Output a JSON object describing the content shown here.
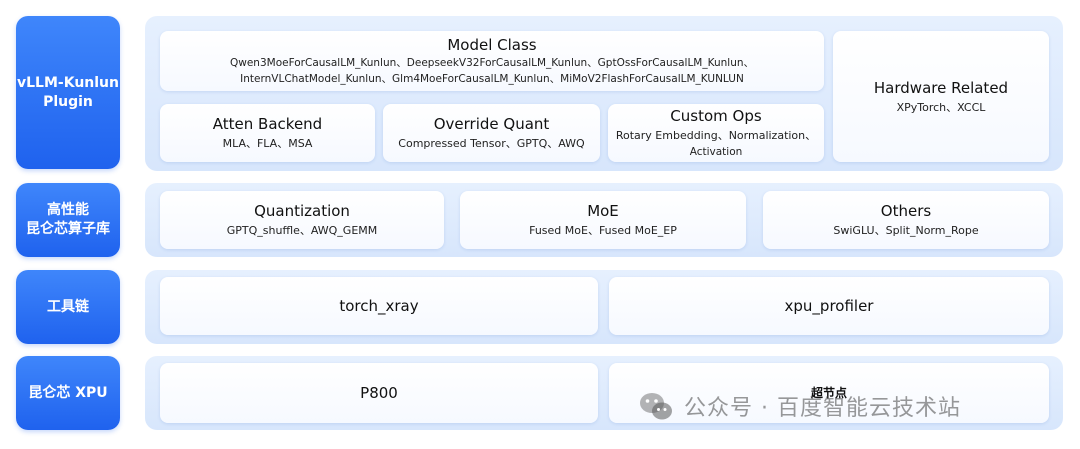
{
  "layers": {
    "plugin": {
      "label": "vLLM-Kunlun\nPlugin",
      "model_class": {
        "title": "Model Class",
        "line1": "Qwen3MoeForCausalLM_Kunlun、DeepseekV32ForCausalLM_Kunlun、GptOssForCausalLM_Kunlun、",
        "line2": "InternVLChatModel_Kunlun、Glm4MoeForCausalLM_Kunlun、MiMoV2FlashForCausalLM_KUNLUN"
      },
      "atten_backend": {
        "title": "Atten Backend",
        "sub": "MLA、FLA、MSA"
      },
      "override_quant": {
        "title": "Override Quant",
        "sub": "Compressed Tensor、GPTQ、AWQ"
      },
      "custom_ops": {
        "title": "Custom Ops",
        "line1": "Rotary Embedding、Normalization、",
        "line2": "Activation"
      },
      "hardware": {
        "title": "Hardware Related",
        "sub": "XPyTorch、XCCL"
      }
    },
    "ops_lib": {
      "label": "高性能\n昆仑芯算子库",
      "quantization": {
        "title": "Quantization",
        "sub": "GPTQ_shuffle、AWQ_GEMM"
      },
      "moe": {
        "title": "MoE",
        "sub": "Fused MoE、Fused MoE_EP"
      },
      "others": {
        "title": "Others",
        "sub": "SwiGLU、Split_Norm_Rope"
      }
    },
    "toolchain": {
      "label": "工具链",
      "torch_xray": "torch_xray",
      "xpu_profiler": "xpu_profiler"
    },
    "xpu": {
      "label": "昆仑芯 XPU",
      "p800": "P800",
      "supernode": "超节点"
    }
  },
  "watermark": {
    "text": "公众号 · 百度智能云技术站",
    "icon": "wechat-icon"
  }
}
